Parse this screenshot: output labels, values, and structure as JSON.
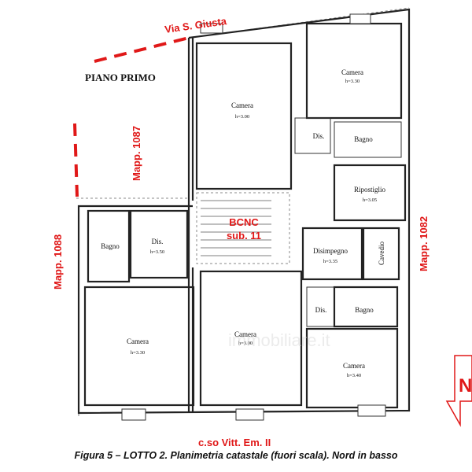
{
  "title": "PIANO PRIMO",
  "streets": {
    "north": "Via S. Giusta",
    "south": "c.so Vitt. Em. II"
  },
  "parcels": {
    "upper_left": "Mapp. 1087",
    "left": "Mapp. 1088",
    "right": "Mapp. 1082"
  },
  "common": {
    "line1": "BCNC",
    "line2": "sub. 11"
  },
  "north_letter": "N",
  "watermark": "immobiliare.it",
  "rooms": {
    "camera_top_center": {
      "name": "Camera",
      "h": "h=3.00"
    },
    "camera_top_right": {
      "name": "Camera",
      "h": "h=3.30"
    },
    "dis_top": {
      "name": "Dis."
    },
    "bagno_top": {
      "name": "Bagno"
    },
    "ripostiglio": {
      "name": "Ripostiglio",
      "h": "h=3.05"
    },
    "disimpegno": {
      "name": "Disimpegno",
      "h": "h=3.35"
    },
    "cavedio": {
      "name": "Cavedio"
    },
    "dis_right": {
      "name": "Dis."
    },
    "bagno_right": {
      "name": "Bagno"
    },
    "camera_bottom_right": {
      "name": "Camera",
      "h": "h=3.40"
    },
    "camera_bottom_center": {
      "name": "Camera",
      "h": "h=3.00"
    },
    "camera_bottom_left": {
      "name": "Camera",
      "h": "h=3.30"
    },
    "bagno_left": {
      "name": "Bagno"
    },
    "dis_left": {
      "name": "Dis.",
      "h": "h=3.50"
    }
  },
  "caption": "Figura 5 – LOTTO 2. Planimetria catastale (fuori scala). Nord in basso"
}
